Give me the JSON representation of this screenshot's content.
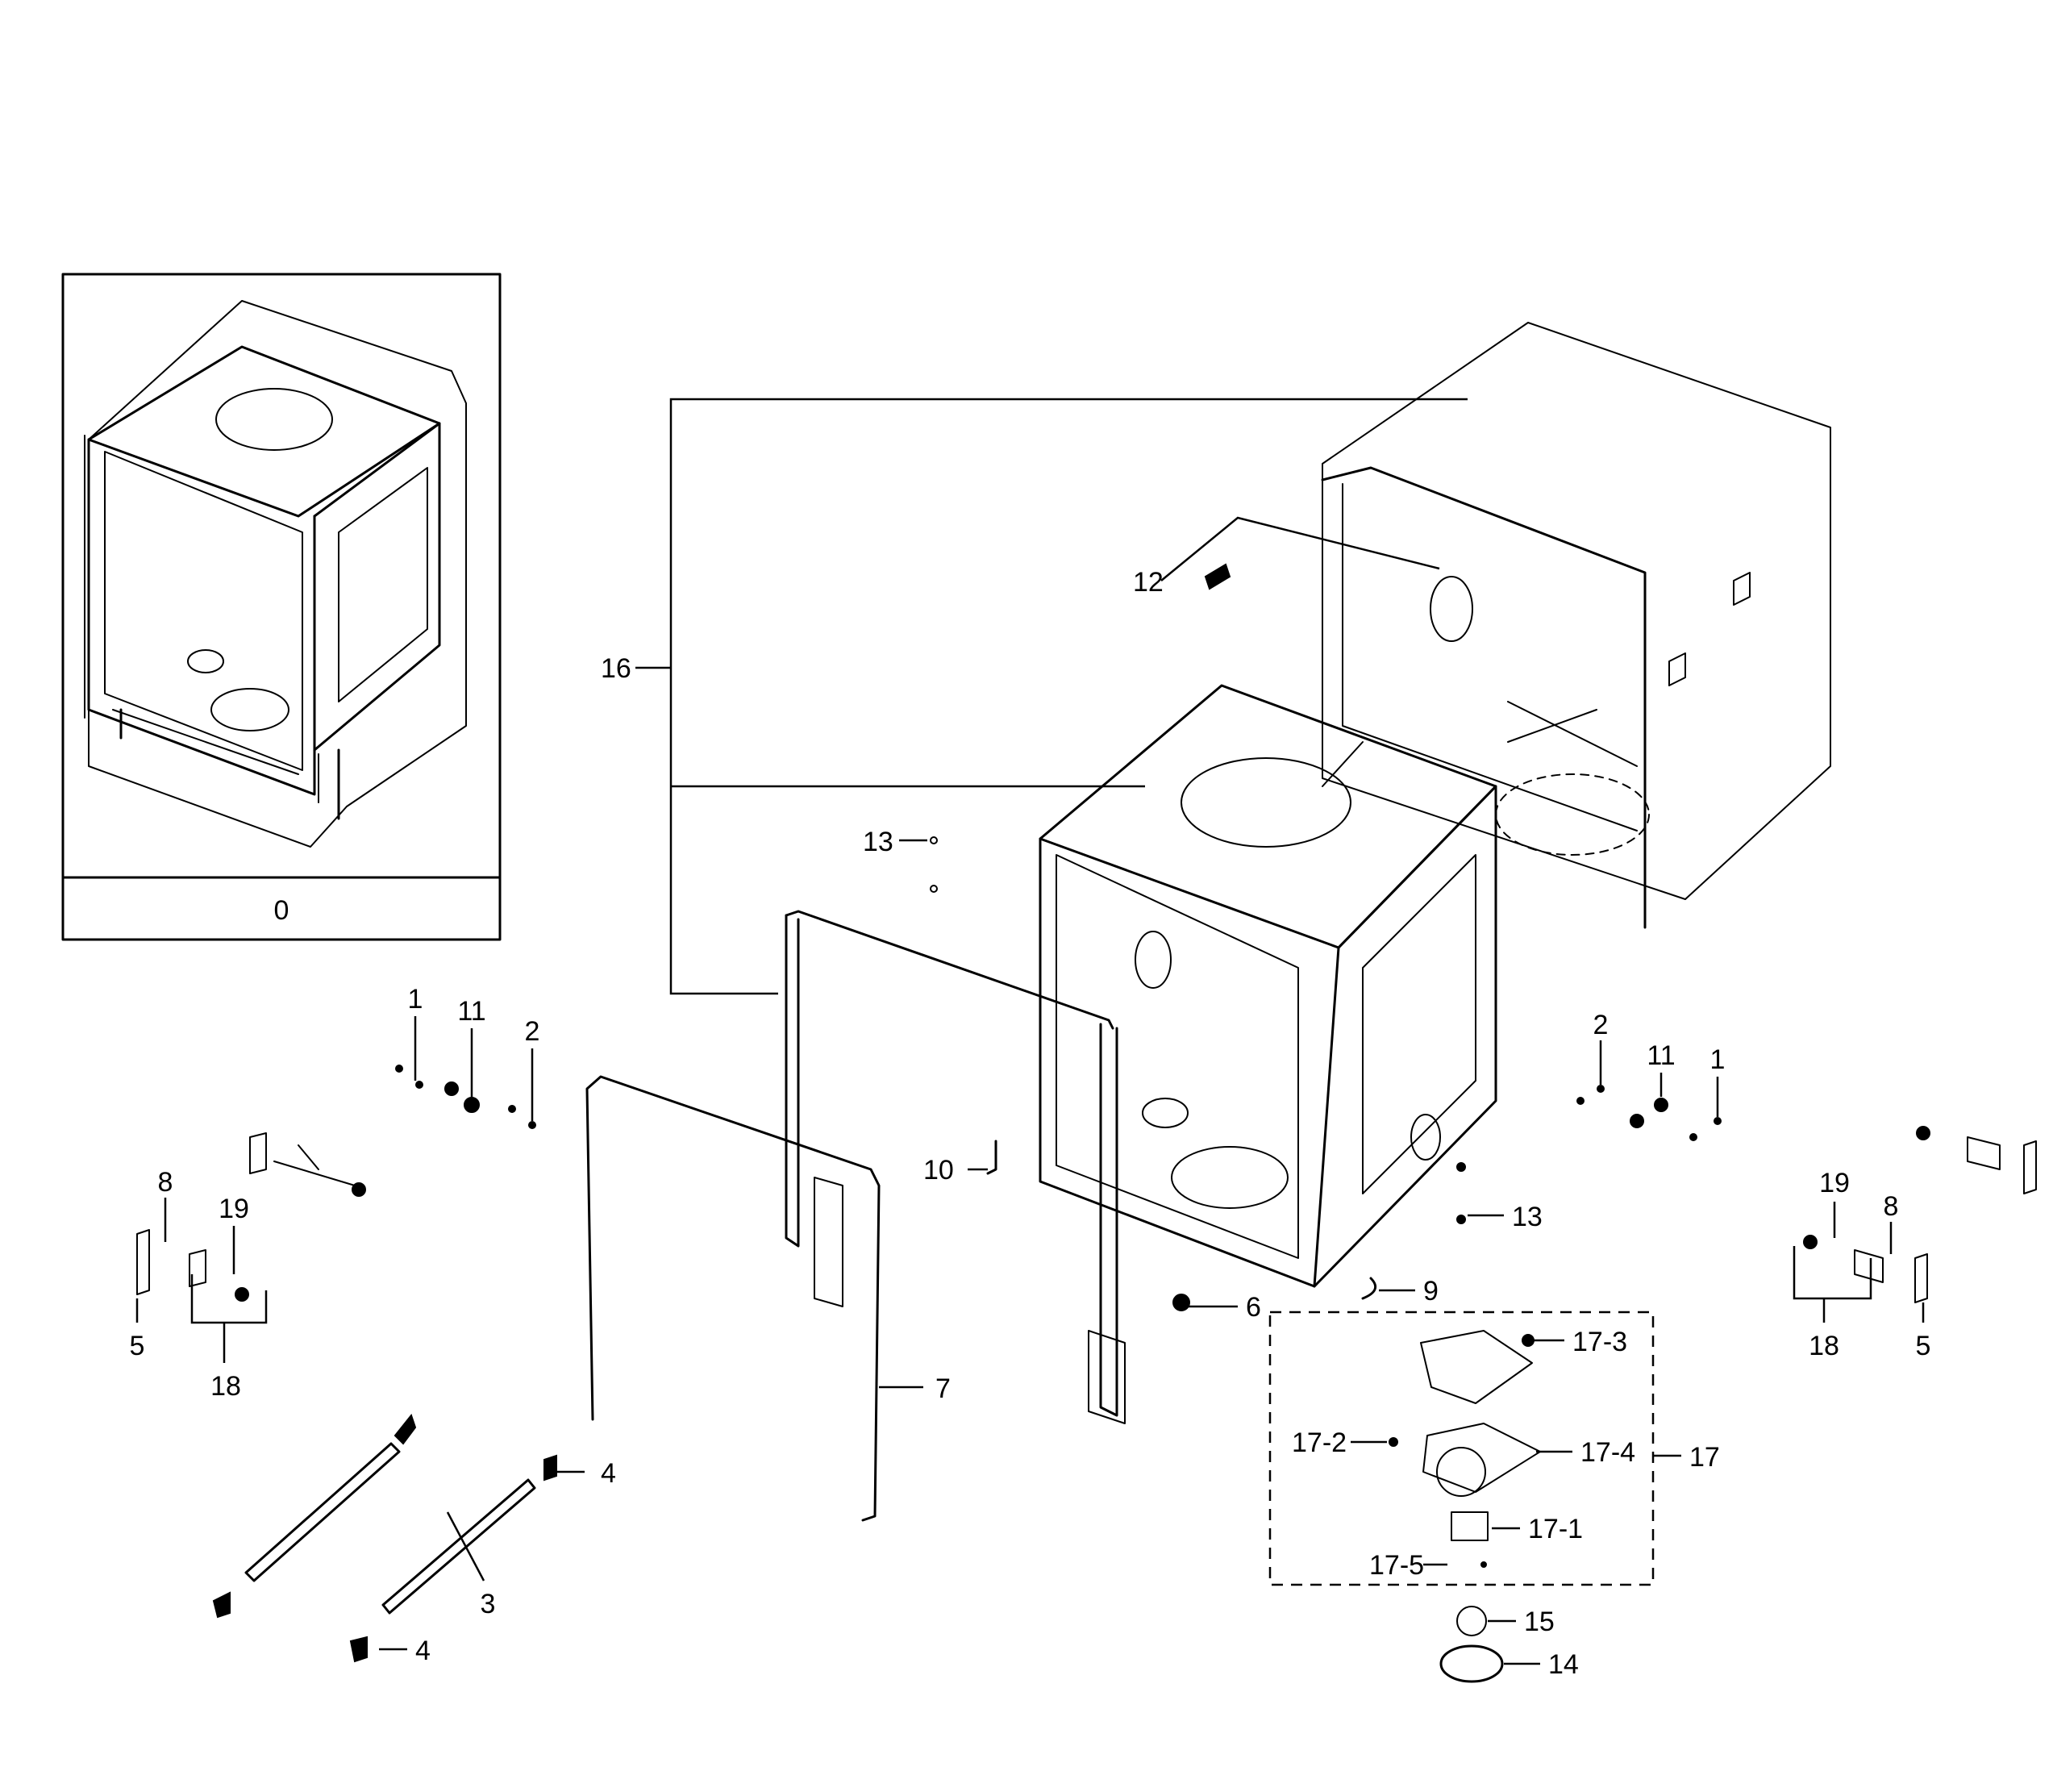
{
  "inset": {
    "label": "0"
  },
  "parts": {
    "p1_left": "1",
    "p11_left": "11",
    "p2_left": "2",
    "p2_right": "2",
    "p11_right": "11",
    "p1_right": "1",
    "p3": "3",
    "p4_upper": "4",
    "p4_lower": "4",
    "p5_left": "5",
    "p5_right": "5",
    "p6": "6",
    "p7": "7",
    "p8_left": "8",
    "p8_right": "8",
    "p9": "9",
    "p10": "10",
    "p12": "12",
    "p13_upper": "13",
    "p13_lower": "13",
    "p14": "14",
    "p15": "15",
    "p16": "16",
    "p17": "17",
    "p17_1": "17-1",
    "p17_2": "17-2",
    "p17_3": "17-3",
    "p17_4": "17-4",
    "p17_5": "17-5",
    "p18_left": "18",
    "p18_right": "18",
    "p19_left": "19",
    "p19_right": "19"
  }
}
